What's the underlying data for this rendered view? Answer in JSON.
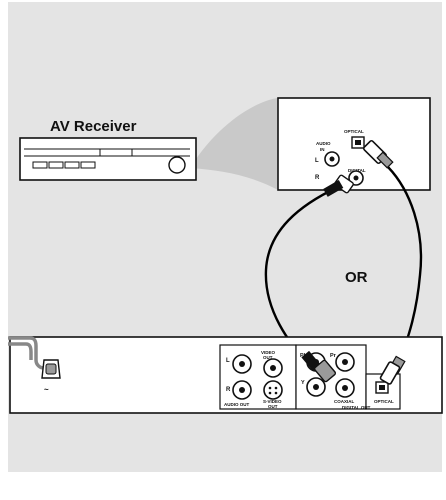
{
  "diagram": {
    "av_receiver_label": "AV Receiver",
    "receiver_panel": {
      "optical_label": "OPTICAL",
      "audio_in_label_1": "AUDIO",
      "audio_in_label_2": "IN",
      "left_label": "L",
      "right_label": "R",
      "digital_label": "DIGITAL"
    },
    "or_label": "OR",
    "player_panel": {
      "left_label": "L",
      "right_label": "R",
      "audio_out_label": "AUDIO OUT",
      "video_out_label_1": "VIDEO",
      "video_out_label_2": "OUT",
      "svideo_out_label_1": "S-VIDEO",
      "svideo_out_label_2": "OUT",
      "pb_label": "Pb",
      "pr_label": "Pr",
      "y_label": "Y",
      "coaxial_label": "COAXIAL",
      "optical_label": "OPTICAL",
      "digital_out_label": "DIGITAL OUT"
    },
    "colors": {
      "background_gray": "#e4e4e4",
      "outline": "#111111",
      "cable": "#000000",
      "plug_gray": "#9a9a9a"
    }
  }
}
